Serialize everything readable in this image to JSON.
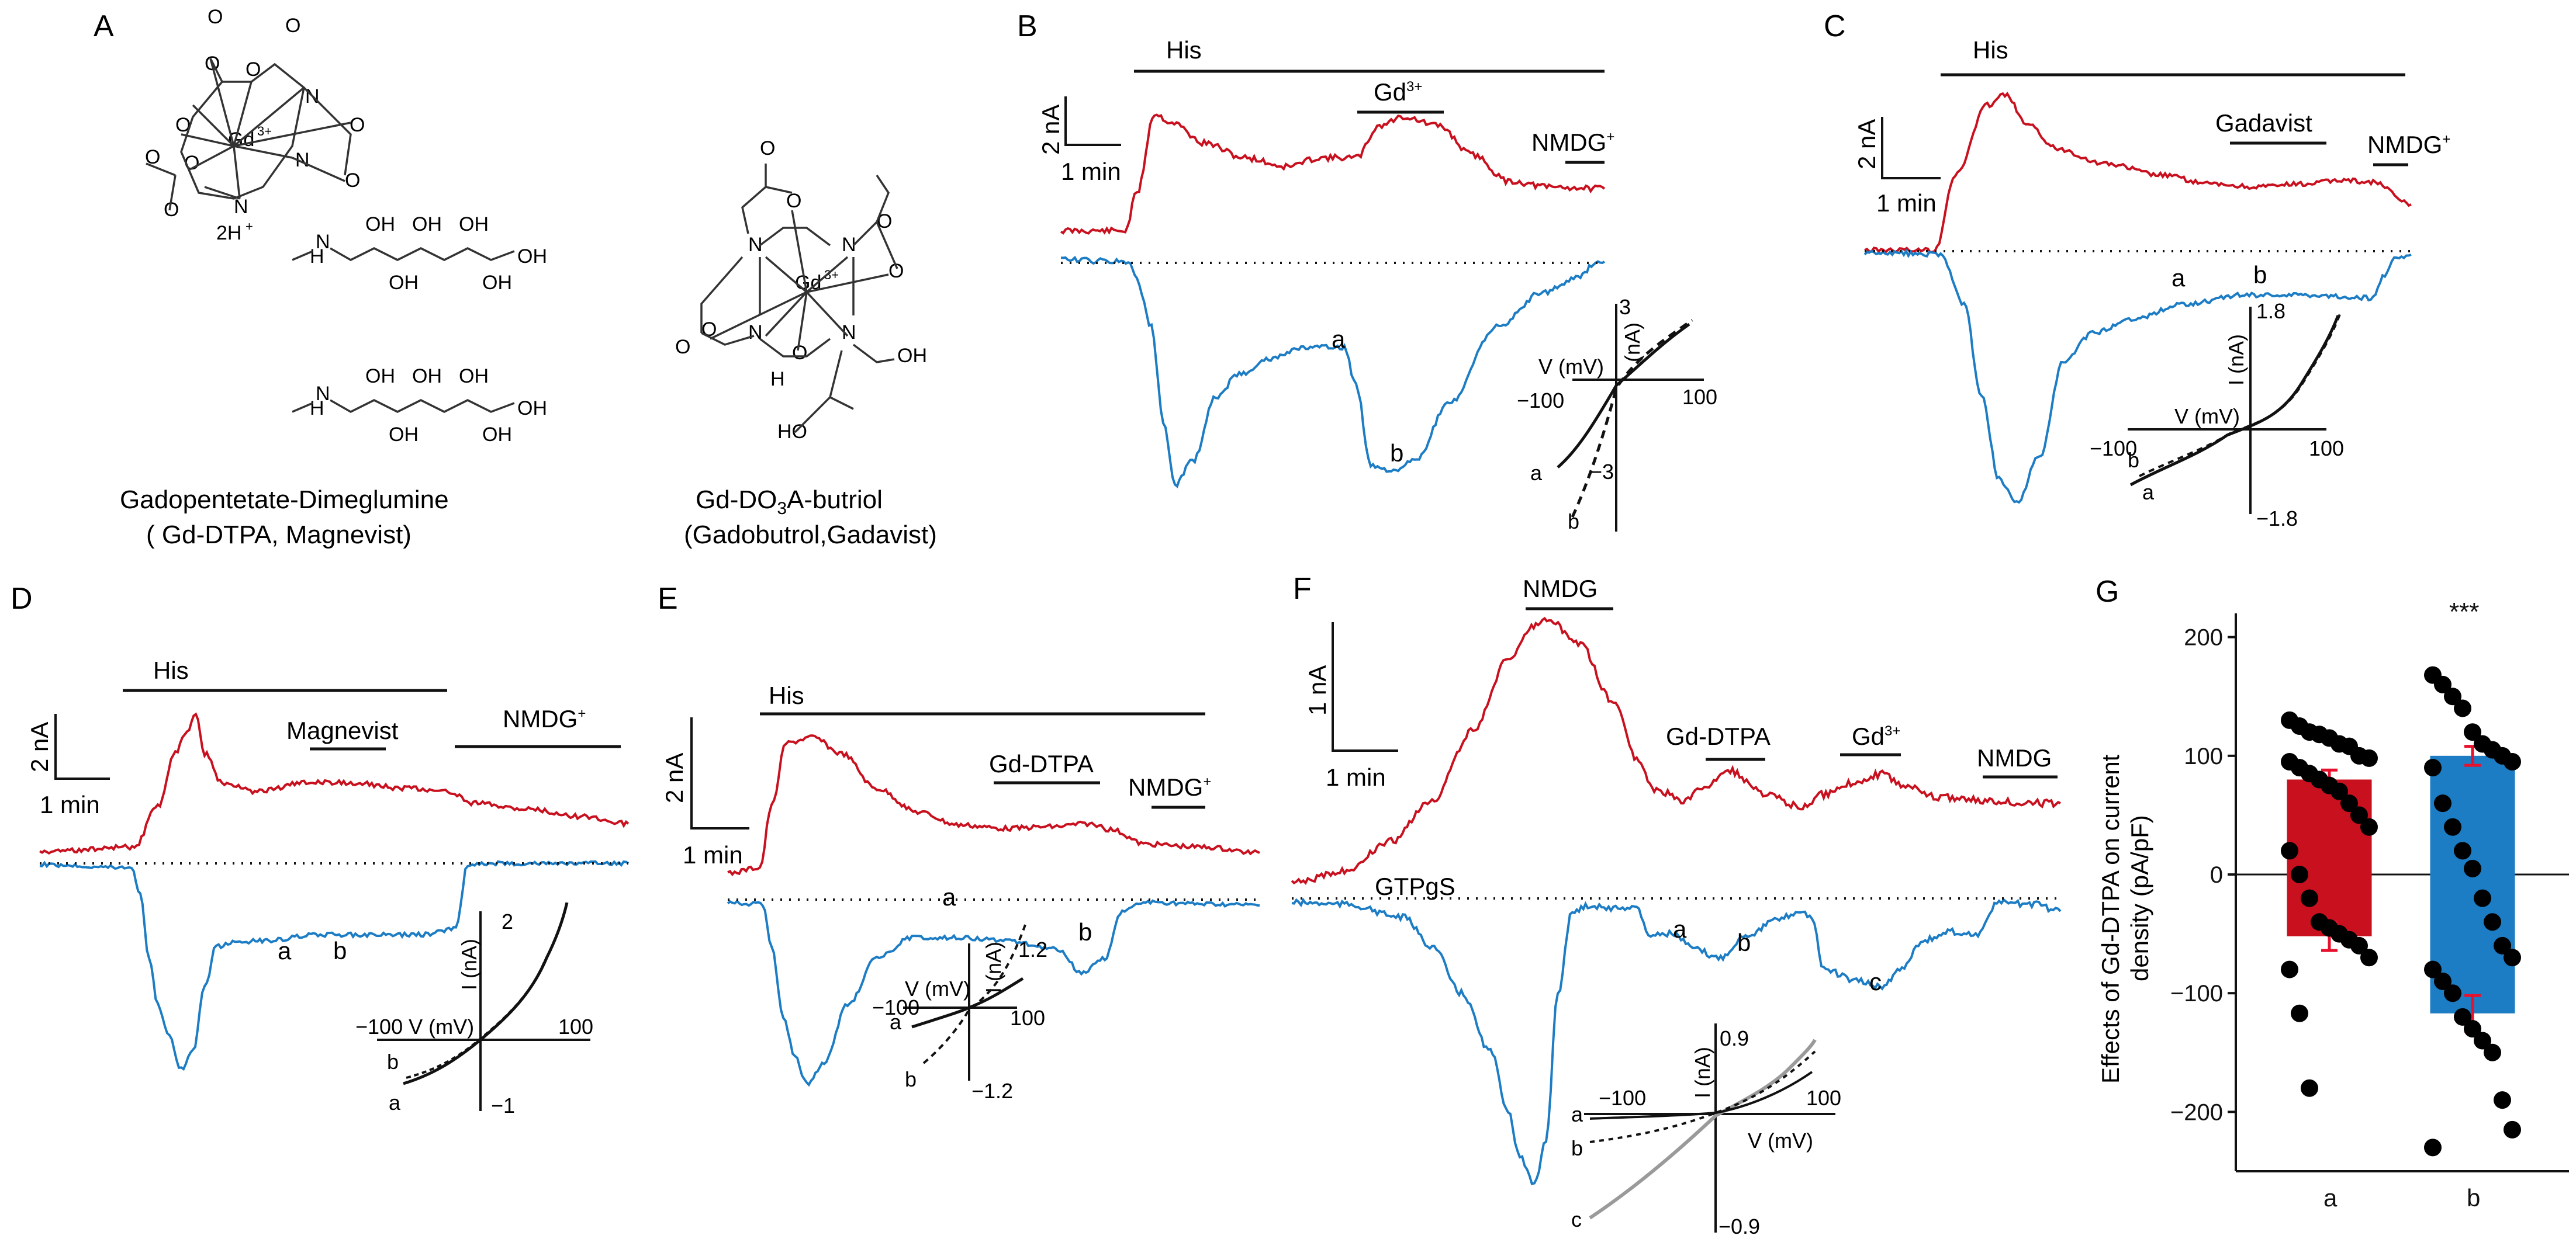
{
  "colors": {
    "red": "#C8101E",
    "blue": "#1C7CC4",
    "black": "#111111",
    "gray": "#9a9a9a",
    "errorbar": "#E8112D"
  },
  "panels": {
    "A": {
      "letter": "A",
      "caption1": {
        "line1": "Gadopentetate-Dimeglumine",
        "line2": "( Gd-DTPA, Magnevist)"
      },
      "caption2": {
        "line1_pre": "Gd-DO",
        "line1_sub": "3",
        "line1_post": "A-butriol",
        "line2": "(Gadobutrol,Gadavist)"
      },
      "atoms": {
        "O": "O",
        "Om": "O",
        "sup_minus": "-",
        "N": "N",
        "Gd": "Gd",
        "sup_3p": "3+",
        "H2": "2H",
        "sup_plus": "+",
        "H": "H",
        "OH": "OH",
        "HO": "HO",
        "HN": "H"
      }
    },
    "B": {
      "letter": "B",
      "his": "His",
      "gd_pre": "Gd",
      "gd_sup": "3+",
      "nmdg_pre": "NMDG",
      "nmdg_sup": "+",
      "scale_y": "2 nA",
      "scale_x": "1 min",
      "mark_a": "a",
      "mark_b": "b",
      "iv": {
        "top": "3",
        "ylab": "(nA)",
        "bottom": "−3",
        "xlab": "V (mV)",
        "left": "−100",
        "right": "100",
        "a": "a",
        "b": "b"
      }
    },
    "C": {
      "letter": "C",
      "his": "His",
      "drug": "Gadavist",
      "nmdg_pre": "NMDG",
      "nmdg_sup": "+",
      "scale_y": "2 nA",
      "scale_x": "1 min",
      "mark_a": "a",
      "mark_b": "b",
      "iv": {
        "top": "1.8",
        "ylab": "I (nA)",
        "bottom": "−1.8",
        "xlab": "V (mV)",
        "left": "−100",
        "right": "100",
        "a": "a",
        "b": "b"
      }
    },
    "D": {
      "letter": "D",
      "his": "His",
      "drug": "Magnevist",
      "nmdg_pre": "NMDG",
      "nmdg_sup": "+",
      "scale_y": "2 nA",
      "scale_x": "1 min",
      "mark_a": "a",
      "mark_b": "b",
      "iv": {
        "top": "2",
        "ylab": "I (nA)",
        "bottom": "−1",
        "xlab": "−100 V (mV)",
        "right": "100",
        "a": "a",
        "b": "b"
      }
    },
    "E": {
      "letter": "E",
      "his": "His",
      "drug": "Gd-DTPA",
      "nmdg_pre": "NMDG",
      "nmdg_sup": "+",
      "scale_y": "2 nA",
      "scale_x": "1 min",
      "mark_a": "a",
      "mark_b": "b",
      "iv": {
        "top": "1.2",
        "ylab": "I (nA)",
        "bottom": "−1.2",
        "xlab": "V (mV)",
        "left": "−100",
        "right": "100",
        "a": "a",
        "b": "b"
      }
    },
    "F": {
      "letter": "F",
      "nmdg_top": "NMDG",
      "drug": "Gd-DTPA",
      "gd_pre": "Gd",
      "gd_sup": "3+",
      "nmdg_end": "NMDG",
      "gtp": "GTPgS",
      "scale_y": "1 nA",
      "scale_x": "1 min",
      "mark_a": "a",
      "mark_b": "b",
      "mark_c": "c",
      "iv": {
        "top": "0.9",
        "ylab": "I (nA)",
        "bottom": "−0.9",
        "xlab": "V (mV)",
        "left": "−100",
        "right": "100",
        "a": "a",
        "b": "b",
        "c": "c"
      }
    },
    "G": {
      "letter": "G",
      "ylabel_line1": "Effects of Gd-DTPA  on  current",
      "ylabel_line2": "density (pA/pF)",
      "sig": "***"
    }
  },
  "chart_data": {
    "type": "bar",
    "categories": [
      "a",
      "b"
    ],
    "ylabel": "Effects of Gd-DTPA  on  current density (pA/pF)",
    "ylim": [
      -250,
      220
    ],
    "yticks": [
      200,
      100,
      0,
      -100,
      -200
    ],
    "series": [
      {
        "values": [
          80,
          -52
        ],
        "color": "#C8101E"
      },
      {
        "values": [
          100,
          -117
        ],
        "color": "#1C7CC4"
      }
    ],
    "errors": {
      "a_pos": 8,
      "a_neg": 12,
      "b_pos": 8,
      "b_neg": 15
    },
    "points": {
      "a": [
        130,
        125,
        120,
        118,
        115,
        110,
        108,
        100,
        98,
        95,
        90,
        85,
        80,
        75,
        70,
        60,
        50,
        40,
        20,
        0,
        -20,
        -40,
        -45,
        -50,
        -55,
        -60,
        -70,
        -80,
        -117,
        -180
      ],
      "b": [
        168,
        160,
        150,
        140,
        120,
        110,
        105,
        100,
        95,
        90,
        60,
        40,
        20,
        5,
        -20,
        -40,
        -60,
        -70,
        -80,
        -90,
        -100,
        -120,
        -130,
        -140,
        -150,
        -190,
        -215,
        -230
      ]
    },
    "significance": {
      "category": "b",
      "label": "***"
    }
  }
}
